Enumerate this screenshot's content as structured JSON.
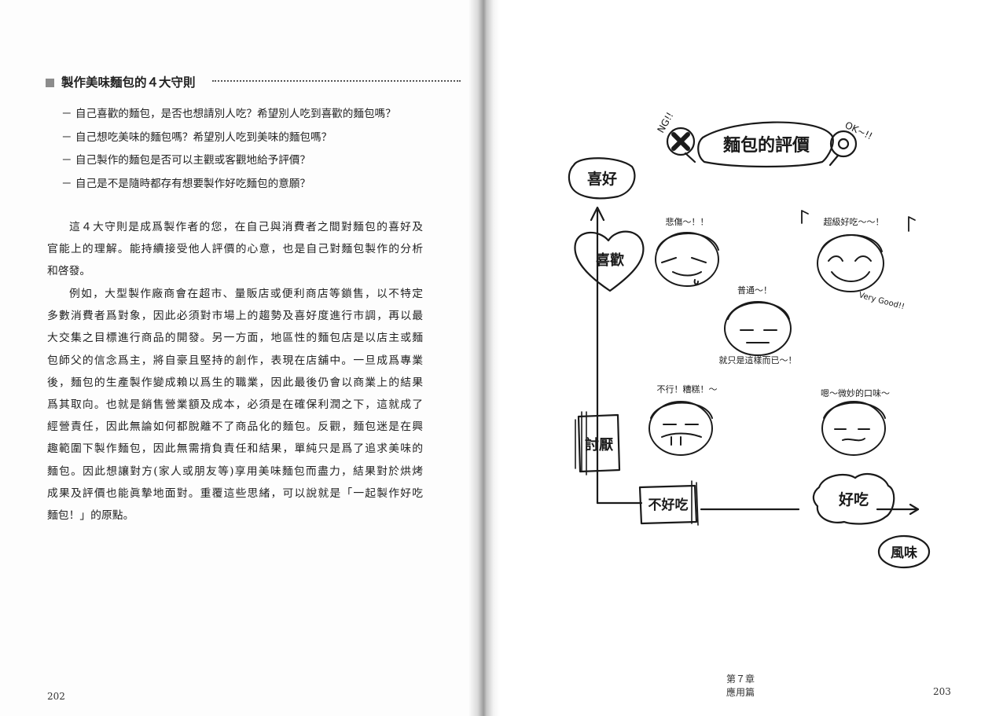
{
  "left_page": {
    "heading": "製作美味麵包的４大守則",
    "rules": [
      "－ 自己喜歡的麵包，是否也想請別人吃？希望別人吃到喜歡的麵包嗎？",
      "－ 自己想吃美味的麵包嗎？希望別人吃到美味的麵包嗎？",
      "－ 自己製作的麵包是否可以主觀或客觀地給予評價？",
      "－ 自己是不是隨時都存有想要製作好吃麵包的意願？"
    ],
    "paragraph1": [
      "這４大守則是成爲製作者的您，在自己與消費者之間對麵包的喜好及",
      "官能上的理解。能持續接受他人評價的心意，也是自己對麵包製作的分析",
      "和啓發。"
    ],
    "paragraph2": [
      "例如，大型製作廠商會在超市、量販店或便利商店等鎖售，以不特定",
      "多數消費者爲對象，因此必須對市場上的趨勢及喜好度進行市調，再以最",
      "大交集之目標進行商品的開發。另一方面，地區性的麵包店是以店主或麵",
      "包師父的信念爲主，將自豪且堅持的創作，表現在店舖中。一旦成爲專業",
      "後，麵包的生產製作變成賴以爲生的職業，因此最後仍會以商業上的結果",
      "爲其取向。也就是銷售營業額及成本，必須是在確保利潤之下，這就成了",
      "經營責任，因此無論如何都脫離不了商品化的麵包。反觀，麵包迷是在興",
      "趣範圍下製作麵包，因此無需揹負責任和結果，單純只是爲了追求美味的",
      "麵包。因此想讓對方(家人或朋友等)享用美味麵包而盡力，結果對於烘烤",
      "成果及評價也能眞摯地面對。重覆這些思緒，可以說就是「一起製作好吃",
      "麵包！」的原點。"
    ],
    "page_number": "202"
  },
  "right_page": {
    "diagram": {
      "title": "麵包的評價",
      "ng_label": "NG!!",
      "ok_label": "OK~!!",
      "axis_top": "喜好",
      "axis_right": "風味",
      "like": "喜歡",
      "dislike": "討厭",
      "bad_taste": "不好吃",
      "good_taste": "好吃",
      "faces": {
        "sad": "悲傷～！！",
        "super_good": "超級好吃～～！",
        "very_good": "Very Good!!",
        "normal_top": "普通～！",
        "normal_bottom": "就只是這樣而已～！",
        "terrible": "不行！糟糕！～",
        "strange": "嗯～微妙的口味～"
      }
    },
    "chapter": "第７章",
    "chapter_title": "應用篇",
    "page_number": "203"
  },
  "colors": {
    "ink": "#1a1a1a",
    "gutter": "#9a9a9a",
    "heading_square": "#8c8c8c"
  }
}
